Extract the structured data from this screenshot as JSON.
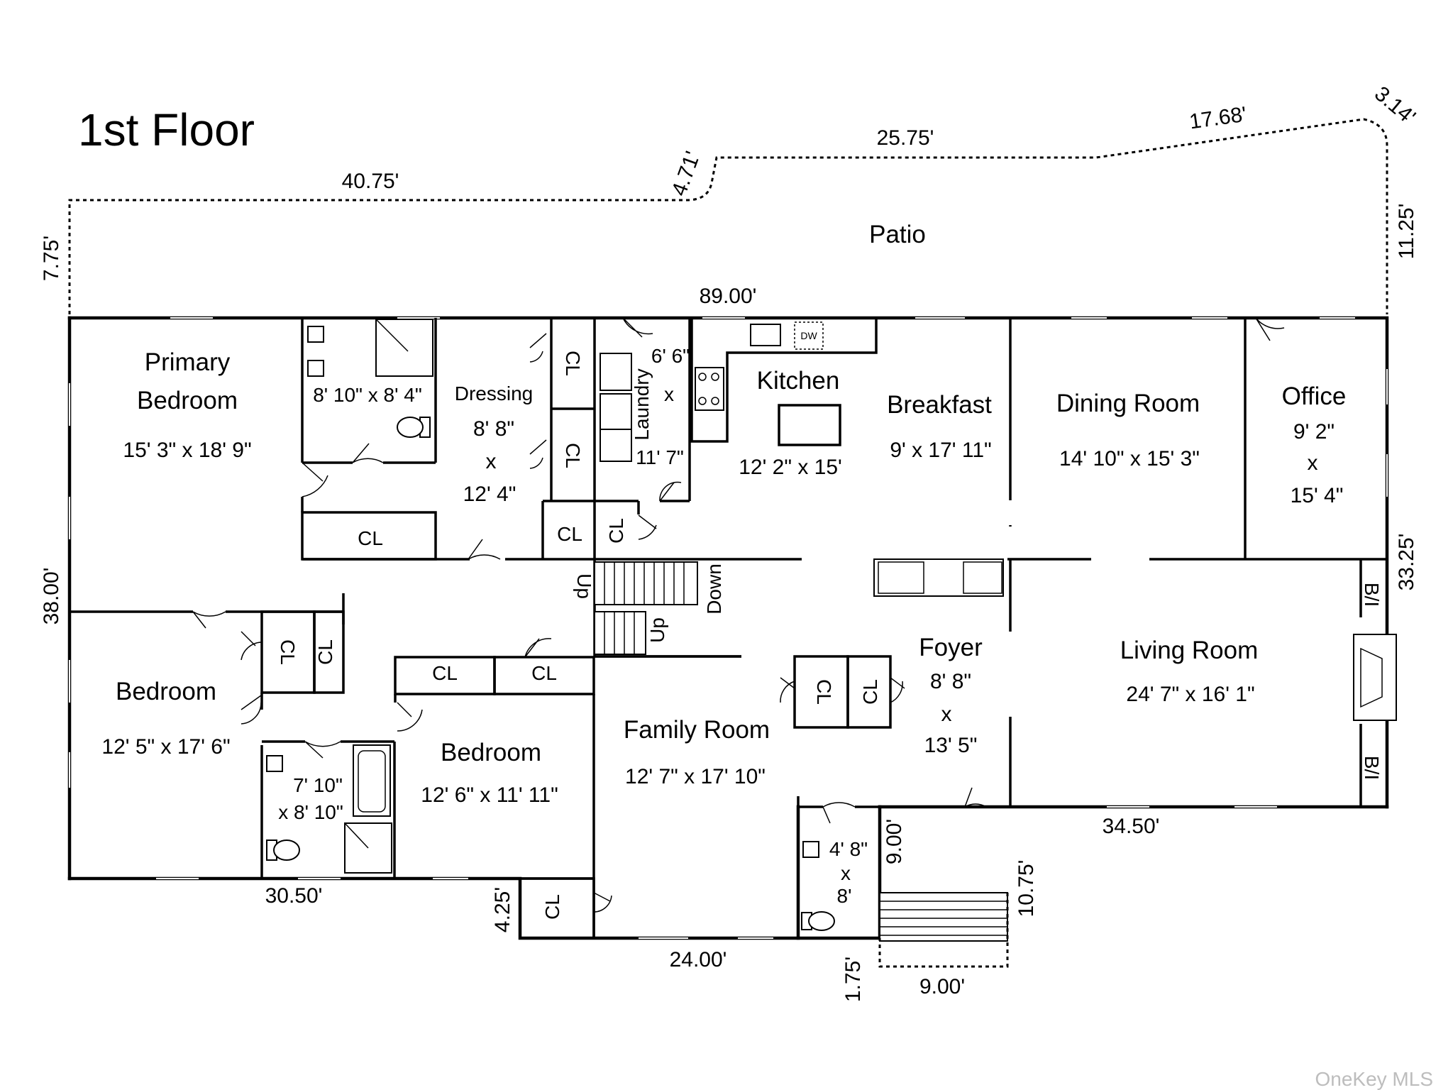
{
  "title": "1st Floor",
  "watermark": "OneKey MLS",
  "rooms": {
    "patio": "Patio",
    "primary_bedroom_1": "Primary",
    "primary_bedroom_2": "Bedroom",
    "primary_bedroom_dim": "15' 3\" x 18' 9\"",
    "primary_bath_dim": "8' 10\" x 8' 4\"",
    "dressing": "Dressing",
    "dressing_dim_1": "8' 8\"",
    "dressing_dim_x": "x",
    "dressing_dim_2": "12' 4\"",
    "laundry": "Laundry",
    "laundry_dim_1": "6' 6\"",
    "laundry_dim_x": "x",
    "laundry_dim_2": "11' 7\"",
    "kitchen": "Kitchen",
    "kitchen_dim": "12' 2\" x 15'",
    "breakfast": "Breakfast",
    "breakfast_dim": "9' x 17' 11\"",
    "dining_room": "Dining Room",
    "dining_room_dim": "14' 10\" x 15' 3\"",
    "office": "Office",
    "office_dim_1": "9' 2\"",
    "office_dim_x": "x",
    "office_dim_2": "15' 4\"",
    "bedroom_left": "Bedroom",
    "bedroom_left_dim": "12' 5\" x 17' 6\"",
    "bath_left_dim_1": "7' 10\"",
    "bath_left_dim_2": "x 8' 10\"",
    "bedroom_mid": "Bedroom",
    "bedroom_mid_dim": "12' 6\" x 11' 11\"",
    "family_room": "Family Room",
    "family_room_dim": "12' 7\" x 17' 10\"",
    "foyer": "Foyer",
    "foyer_dim_1": "8' 8\"",
    "foyer_dim_x": "x",
    "foyer_dim_2": "13' 5\"",
    "living_room": "Living Room",
    "living_room_dim": "24' 7\" x 16' 1\"",
    "powder_dim_1": "4' 8\"",
    "powder_dim_x": "x",
    "powder_dim_2": "8'"
  },
  "labels": {
    "closet": "CL",
    "builtin": "B/I",
    "up": "Up",
    "down": "Down",
    "dishwasher": "DW"
  },
  "dimensions": {
    "d_40_75": "40.75'",
    "d_4_71": "4.71'",
    "d_25_75": "25.75'",
    "d_17_68": "17.68'",
    "d_3_14": "3.14'",
    "d_7_75": "7.75'",
    "d_11_25": "11.25'",
    "d_89_00": "89.00'",
    "d_38_00": "38.00'",
    "d_33_25": "33.25'",
    "d_30_50": "30.50'",
    "d_4_25": "4.25'",
    "d_24_00": "24.00'",
    "d_1_75": "1.75'",
    "d_9_00_v": "9.00'",
    "d_9_00_h": "9.00'",
    "d_10_75": "10.75'",
    "d_34_50": "34.50'"
  }
}
